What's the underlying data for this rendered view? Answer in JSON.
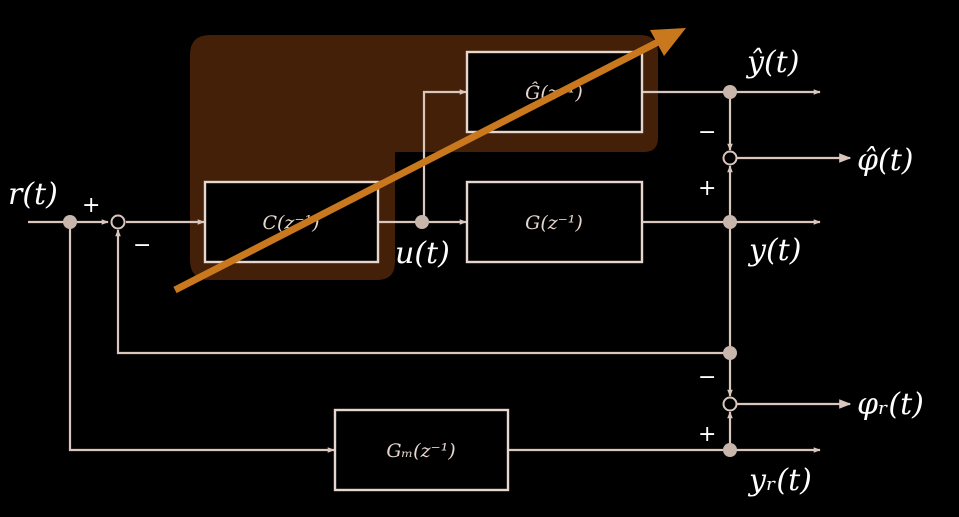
{
  "colors": {
    "background": "#000000",
    "wire": "#d9c7be",
    "highlight": "#4a2308",
    "adapt_arrow": "#c9781d"
  },
  "blocks": {
    "controller": "C(z⁻¹)",
    "plant": "G(z⁻¹)",
    "plant_model": "Ĝ(z⁻¹)",
    "reference_model": "Gₘ(z⁻¹)"
  },
  "signals": {
    "reference": "r(t)",
    "control": "u(t)",
    "output": "y(t)",
    "estimated_output": "ŷ(t)",
    "estimation_error": "φ̂(t)",
    "reference_error": "φᵣ(t)",
    "reference_output": "yᵣ(t)"
  },
  "signs": {
    "input_plus": "+",
    "input_minus": "−",
    "est_minus": "−",
    "est_plus": "+",
    "ref_minus": "−",
    "ref_plus": "+"
  },
  "icons": {
    "adaptation": "adaptation-arrow-icon"
  }
}
